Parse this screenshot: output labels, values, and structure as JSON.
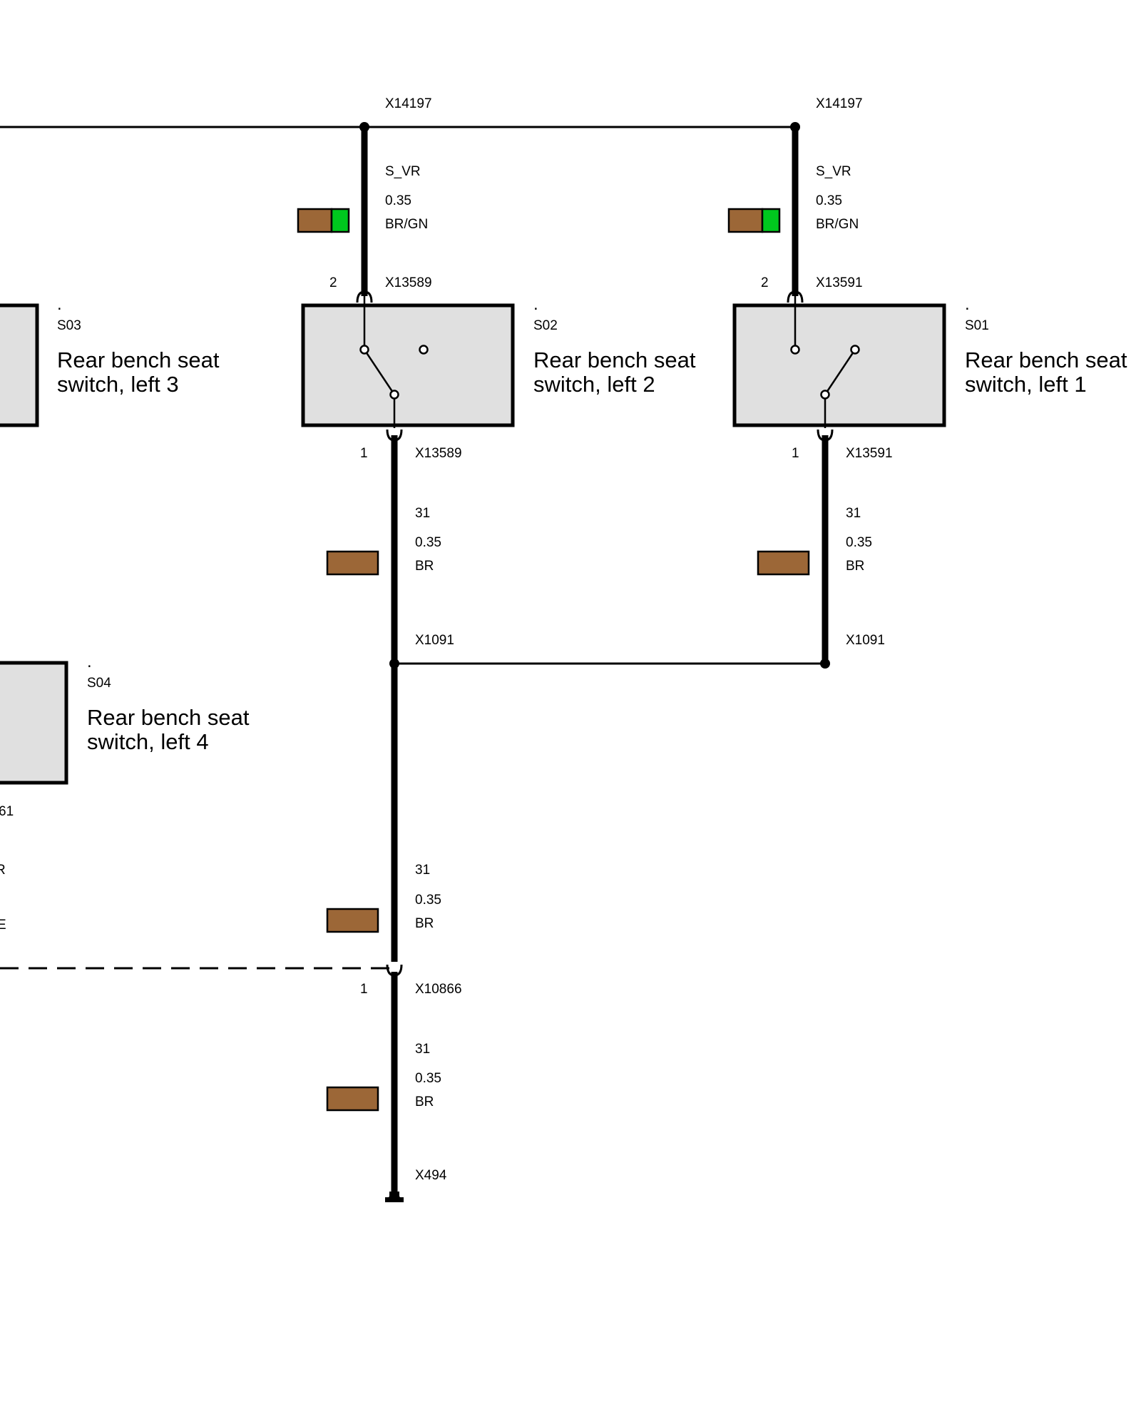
{
  "colors": {
    "brown": "#9c6737",
    "green": "#00c81e",
    "box_fill": "#e0e0e0"
  },
  "components": {
    "s01": {
      "dot": ".",
      "id": "S01",
      "line1": "Rear bench seat",
      "line2": "switch, left 1"
    },
    "s02": {
      "dot": ".",
      "id": "S02",
      "line1": "Rear bench seat",
      "line2": "switch, left 2"
    },
    "s03": {
      "dot": ".",
      "id": "S03",
      "line1": "Rear bench seat",
      "line2": "switch, left 3"
    },
    "s04": {
      "dot": ".",
      "id": "S04",
      "line1": "Rear bench seat",
      "line2": "switch, left 4"
    }
  },
  "connectors": {
    "x14197_a": "X14197",
    "x14197_b": "X14197",
    "x13589_top": "X13589",
    "x13589_bottom": "X13589",
    "x13591_top": "X13591",
    "x13591_bottom": "X13591",
    "x1091_a": "X1091",
    "x1091_b": "X1091",
    "x10866": "X10866",
    "x494": "X494"
  },
  "pins": {
    "s02_top": "2",
    "s02_bottom": "1",
    "s01_top": "2",
    "s01_bottom": "1",
    "x10866": "1"
  },
  "wires": {
    "s02_top": {
      "signal": "S_VR",
      "size": "0.35",
      "color": "BR/GN"
    },
    "s01_top": {
      "signal": "S_VR",
      "size": "0.35",
      "color": "BR/GN"
    },
    "s02_bottom": {
      "signal": "31",
      "size": "0.35",
      "color": "BR"
    },
    "s01_bottom": {
      "signal": "31",
      "size": "0.35",
      "color": "BR"
    },
    "trunk_mid": {
      "signal": "31",
      "size": "0.35",
      "color": "BR"
    },
    "trunk_low": {
      "signal": "31",
      "size": "0.35",
      "color": "BR"
    }
  },
  "cut_off_left": {
    "frag1": "61",
    "frag2": "R",
    "frag3": "E"
  }
}
